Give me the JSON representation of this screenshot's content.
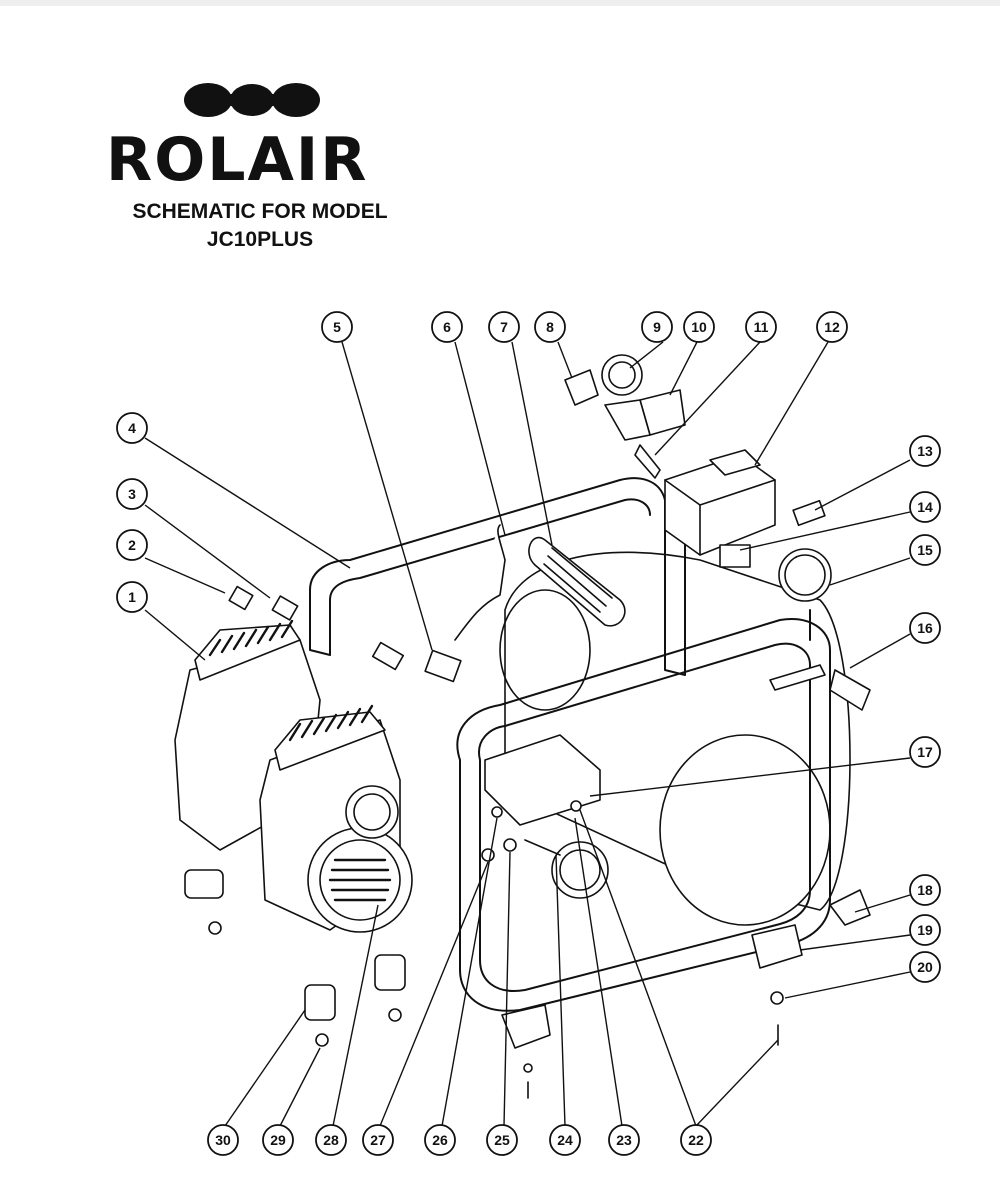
{
  "header": {
    "brand": "ROLAIR",
    "title_line1": "SCHEMATIC FOR MODEL",
    "title_line2": "JC10PLUS"
  },
  "callouts": [
    {
      "id": "1",
      "label": "1"
    },
    {
      "id": "2",
      "label": "2"
    },
    {
      "id": "3",
      "label": "3"
    },
    {
      "id": "4",
      "label": "4"
    },
    {
      "id": "5",
      "label": "5"
    },
    {
      "id": "6",
      "label": "6"
    },
    {
      "id": "7",
      "label": "7"
    },
    {
      "id": "8",
      "label": "8"
    },
    {
      "id": "9",
      "label": "9"
    },
    {
      "id": "10",
      "label": "10"
    },
    {
      "id": "11",
      "label": "11"
    },
    {
      "id": "12",
      "label": "12"
    },
    {
      "id": "13",
      "label": "13"
    },
    {
      "id": "14",
      "label": "14"
    },
    {
      "id": "15",
      "label": "15"
    },
    {
      "id": "16",
      "label": "16"
    },
    {
      "id": "17",
      "label": "17"
    },
    {
      "id": "18",
      "label": "18"
    },
    {
      "id": "19",
      "label": "19"
    },
    {
      "id": "20",
      "label": "20"
    },
    {
      "id": "22",
      "label": "22"
    },
    {
      "id": "23",
      "label": "23"
    },
    {
      "id": "24",
      "label": "24"
    },
    {
      "id": "25",
      "label": "25"
    },
    {
      "id": "26",
      "label": "26"
    },
    {
      "id": "27",
      "label": "27"
    },
    {
      "id": "28",
      "label": "28"
    },
    {
      "id": "29",
      "label": "29"
    },
    {
      "id": "30",
      "label": "30"
    }
  ],
  "colors": {
    "ink": "#111111",
    "background": "#ffffff"
  }
}
